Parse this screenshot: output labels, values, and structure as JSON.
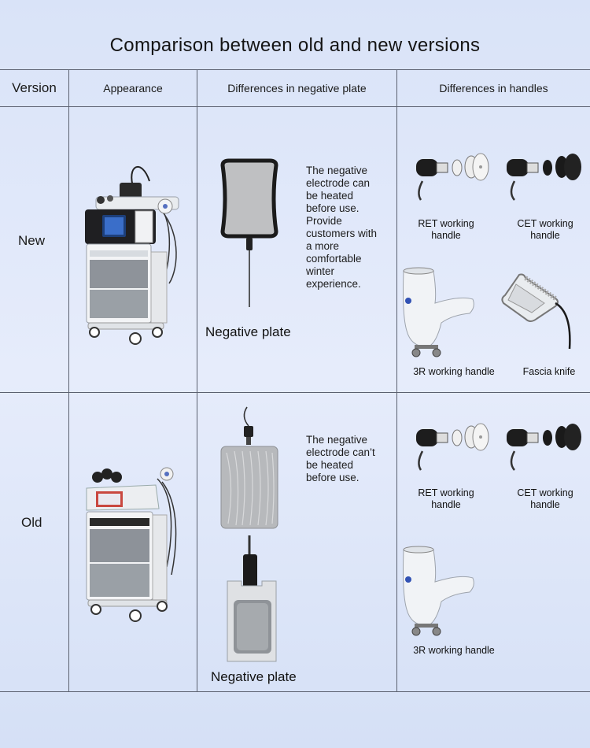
{
  "title": "Comparison between old and new versions",
  "headers": {
    "version": "Version",
    "appearance": "Appearance",
    "negative_plate": "Differences in negative plate",
    "handles": "Differences in handles"
  },
  "rows": {
    "new": {
      "label": "New",
      "plate_description": "The negative\nelectrode can\nbe heated\nbefore use.\nProvide\ncustomers with\na more\ncomfortable\nwinter\nexperience.",
      "plate_label": "Negative plate",
      "handles": {
        "ret": "RET\nworking handle",
        "cet": "CET\nworking handle",
        "r3": "3R working handle",
        "fascia": "Fascia knife"
      }
    },
    "old": {
      "label": "Old",
      "plate_description": "The negative\nelectrode can’t\nbe heated\nbefore use.",
      "plate_label": "Negative plate",
      "handles": {
        "ret": "RET\nworking handle",
        "cet": "CET\nworking handle",
        "r3": "3R working handle"
      }
    }
  }
}
